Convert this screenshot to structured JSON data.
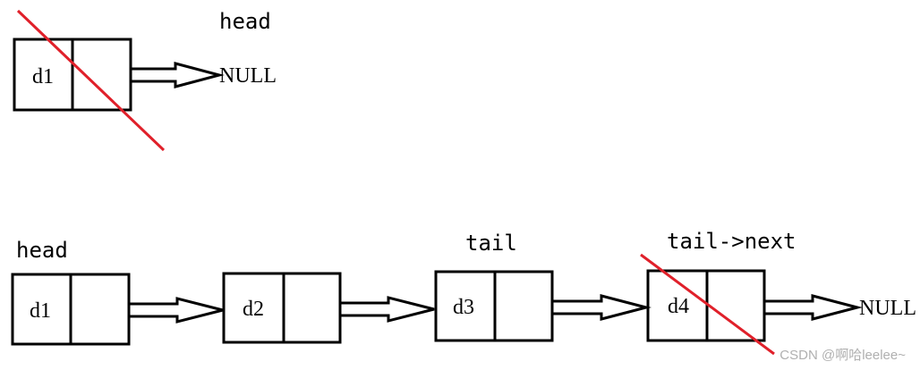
{
  "top": {
    "head_label": "head",
    "node_d1": "d1",
    "null_label": "NULL"
  },
  "bottom": {
    "head_label": "head",
    "node_d1": "d1",
    "node_d2": "d2",
    "node_d3": "d3",
    "node_d4": "d4",
    "tail_label": "tail",
    "tail_next_label": "tail->next",
    "null_label": "NULL"
  },
  "watermark": "CSDN @啊哈leelee~",
  "colors": {
    "stroke": "#000000",
    "cross_out": "#e0202a",
    "watermark": "#b0b0b0"
  }
}
